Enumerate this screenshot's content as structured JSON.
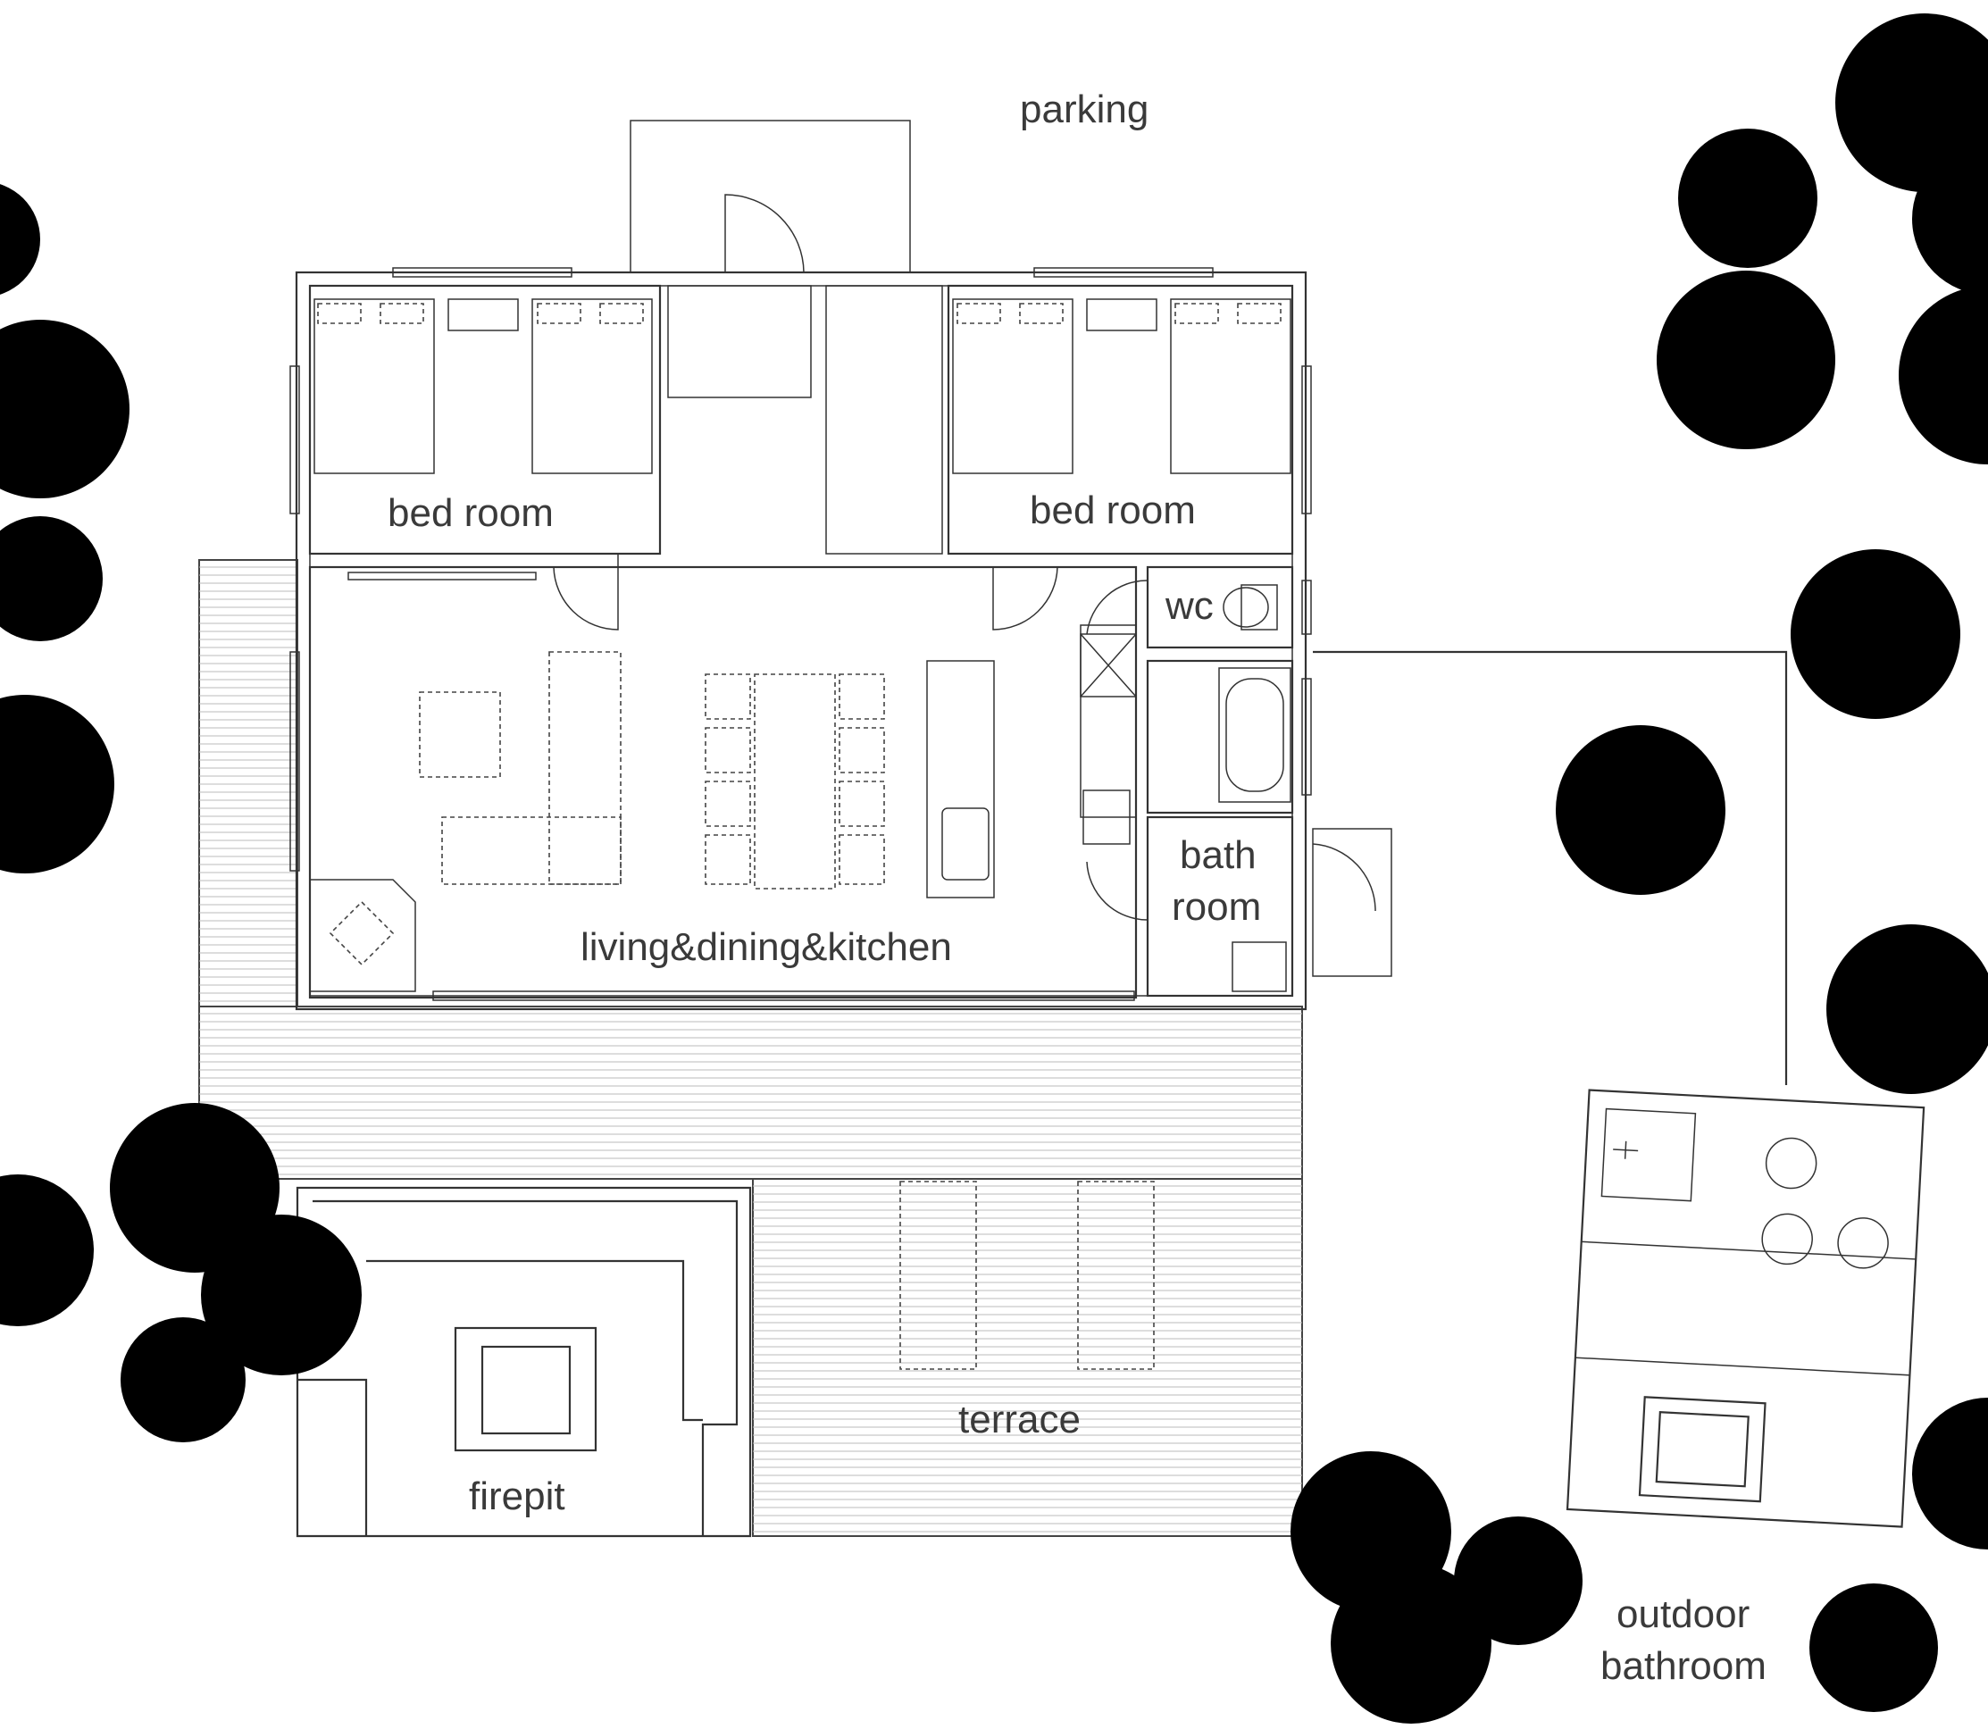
{
  "labels": {
    "parking": "parking",
    "bedroom_left": "bed room",
    "bedroom_right": "bed room",
    "wc": "wc",
    "bath_line1": "bath",
    "bath_line2": "room",
    "living": "living&dining&kitchen",
    "terrace": "terrace",
    "firepit": "firepit",
    "outdoor_line1": "outdoor",
    "outdoor_line2": "bathroom"
  },
  "icons": [
    "tree-icon",
    "bed-icon",
    "sofa-icon",
    "dining-table-icon",
    "toilet-icon",
    "bathtub-icon",
    "stove-icon",
    "door-swing-icon"
  ]
}
